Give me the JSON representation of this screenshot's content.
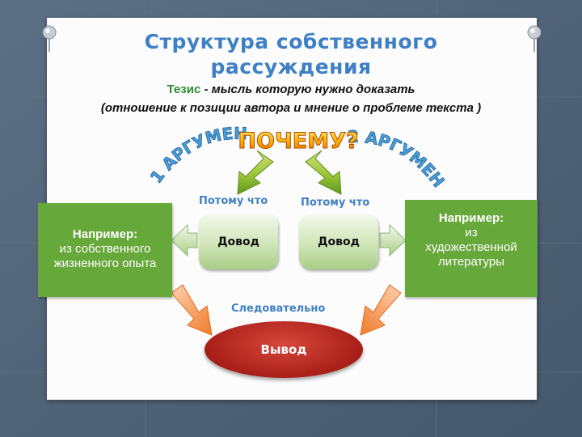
{
  "title_line1": "Структура собственного",
  "title_line2": "рассуждения",
  "thesis": {
    "label": "Тезис",
    "text": " - мысль которую нужно доказать",
    "line2": "(отношение к позиции автора и мнение о проблеме текста )"
  },
  "why": "ПОЧЕМУ?",
  "arg1": "1 АРГУМЕНТ",
  "arg2": "2 АРГУМЕНТ",
  "because_left": "Потому что",
  "because_right": "Потому что",
  "dovod_left": "Довод",
  "dovod_right": "Довод",
  "example_left": {
    "heading": "Например:",
    "line1": "из собственного",
    "line2": "жизненного опыта"
  },
  "example_right": {
    "heading": "Например:",
    "line1": "из",
    "line2": "художественной",
    "line3": "литературы"
  },
  "therefore": "Следовательно",
  "conclusion": "Вывод",
  "colors": {
    "blue": "#3f80c4",
    "green_box": "#66a83a",
    "green_text": "#2f8a2f",
    "red": "#a81f18",
    "orange": "#f07a2a",
    "background": "#53657a"
  }
}
